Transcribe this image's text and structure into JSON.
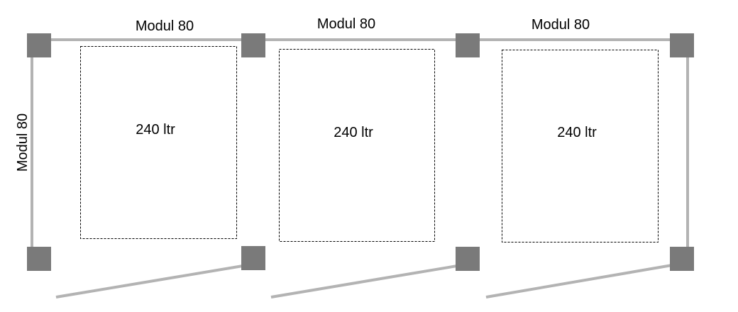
{
  "modules": {
    "top_labels": [
      "Modul 80",
      "Modul 80",
      "Modul 80"
    ],
    "side_label": "Modul 80"
  },
  "bins": [
    {
      "label": "240 ltr"
    },
    {
      "label": "240 ltr"
    },
    {
      "label": "240 ltr"
    }
  ],
  "colors": {
    "rail": "#b3b3b3",
    "post": "#7a7a7a",
    "outline": "#000000"
  }
}
